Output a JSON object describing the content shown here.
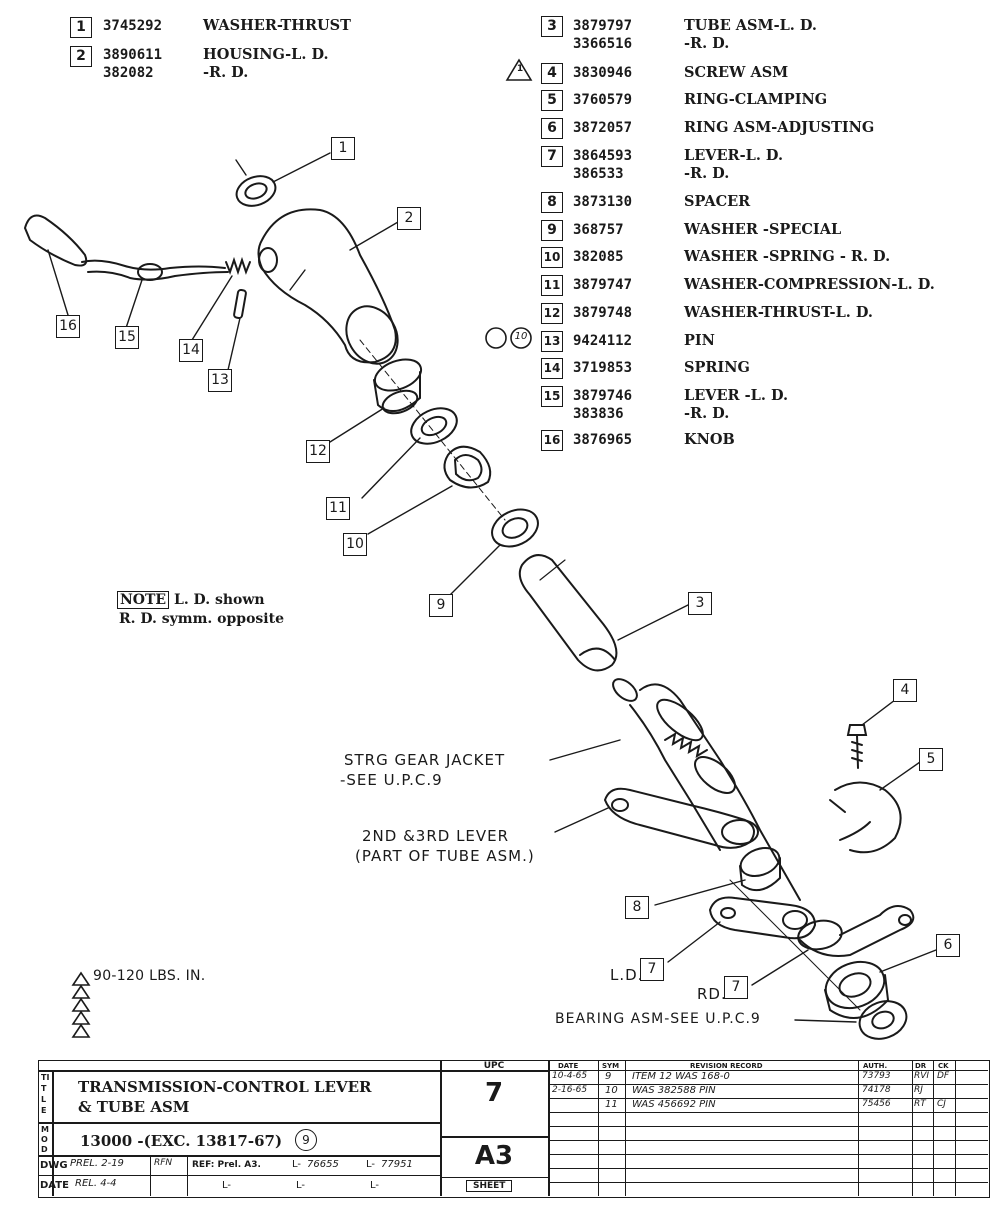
{
  "parts_left": [
    {
      "num": "1",
      "pn": "3745292",
      "desc": "WASHER-THRUST",
      "pn2": "",
      "desc2": ""
    },
    {
      "num": "2",
      "pn": "3890611",
      "desc": "HOUSING-L. D.",
      "pn2": "382082",
      "desc2": "-R. D."
    }
  ],
  "parts_right": [
    {
      "num": "3",
      "pn": "3879797",
      "desc": "TUBE ASM-L. D.",
      "pn2": "3366516",
      "desc2": "-R. D.",
      "sym": ""
    },
    {
      "num": "4",
      "pn": "3830946",
      "desc": "SCREW ASM",
      "pn2": "",
      "desc2": "",
      "sym": "1"
    },
    {
      "num": "5",
      "pn": "3760579",
      "desc": "RING-CLAMPING",
      "pn2": "",
      "desc2": "",
      "sym": ""
    },
    {
      "num": "6",
      "pn": "3872057",
      "desc": "RING ASM-ADJUSTING",
      "pn2": "",
      "desc2": "",
      "sym": ""
    },
    {
      "num": "7",
      "pn": "3864593",
      "desc": "LEVER-L. D.",
      "pn2": "386533",
      "desc2": "-R. D.",
      "sym": ""
    },
    {
      "num": "8",
      "pn": "3873130",
      "desc": "SPACER",
      "pn2": "",
      "desc2": "",
      "sym": ""
    },
    {
      "num": "9",
      "pn": "368757",
      "desc": "WASHER -SPECIAL",
      "pn2": "",
      "desc2": "",
      "sym": ""
    },
    {
      "num": "10",
      "pn": "382085",
      "desc": "WASHER -SPRING - R. D.",
      "pn2": "",
      "desc2": "",
      "sym": ""
    },
    {
      "num": "11",
      "pn": "3879747",
      "desc": "WASHER-COMPRESSION-L. D.",
      "pn2": "",
      "desc2": "",
      "sym": ""
    },
    {
      "num": "12",
      "pn": "3879748",
      "desc": "WASHER-THRUST-L. D.",
      "pn2": "",
      "desc2": "",
      "sym": ""
    },
    {
      "num": "13",
      "pn": "9424112",
      "desc": "PIN",
      "pn2": "",
      "desc2": "",
      "sym": "circles"
    },
    {
      "num": "14",
      "pn": "3719853",
      "desc": "SPRING",
      "pn2": "",
      "desc2": "",
      "sym": ""
    },
    {
      "num": "15",
      "pn": "3879746",
      "desc": "LEVER -L. D.",
      "pn2": "383836",
      "desc2": "-R. D.",
      "sym": ""
    },
    {
      "num": "16",
      "pn": "3876965",
      "desc": "KNOB",
      "pn2": "",
      "desc2": "",
      "sym": ""
    }
  ],
  "pin_circle_a": "",
  "pin_circle_b": "10",
  "screw_triangle": "1",
  "note": {
    "label": "NOTE",
    "line1": "L. D. shown",
    "line2": "R. D. symm. opposite"
  },
  "callouts": [
    "1",
    "2",
    "3",
    "4",
    "5",
    "6",
    "7",
    "7",
    "8",
    "9",
    "10",
    "11",
    "12",
    "13",
    "14",
    "15",
    "16"
  ],
  "annotations": {
    "jacket1": "STRG GEAR JACKET",
    "jacket2": "-SEE U.P.C.9",
    "lever1": "2ND &3RD LEVER",
    "lever2": "(PART OF TUBE ASM.)",
    "ld": "L.D.",
    "rd": "RD.",
    "bearing": "BEARING ASM-SEE U.P.C.9",
    "torque": "90-120 LBS. IN."
  },
  "title_block": {
    "title_side": "TITLE",
    "title1": "TRANSMISSION-CONTROL LEVER",
    "title2": "& TUBE ASM",
    "mod_side": "MOD",
    "model": "13000 -(EXC. 13817-67)",
    "model_circle": "9",
    "dwg_label": "DWG",
    "dwg_value": "PREL. 2-19",
    "dwg_init": "RFN",
    "date_label": "DATE",
    "date_value": "REL. 4-4",
    "ref_label": "REF: Prel. A3.",
    "ref_l1": "L-",
    "ref_v1": "76655",
    "ref_l2": "L-",
    "ref_v2": "77951",
    "ref_l3": "L-",
    "ref_l4": "L-",
    "ref_l5": "L-",
    "upc_header": "UPC",
    "upc_value": "7",
    "sheet_value": "A3",
    "sheet_label": "SHEET",
    "col_date": "DATE",
    "col_sym": "SYM",
    "col_rev": "REVISION RECORD",
    "col_auth": "AUTH.",
    "col_dr": "DR",
    "col_ck": "CK",
    "revisions": [
      {
        "date": "10-4-65",
        "sym": "9",
        "rec": "ITEM 12 WAS 168-0",
        "auth": "73793",
        "dr": "RVI",
        "ck": "DF"
      },
      {
        "date": "2-16-65",
        "sym": "10",
        "rec": "WAS 382588 PIN",
        "auth": "74178",
        "dr": "RJ",
        "ck": ""
      },
      {
        "date": "",
        "sym": "11",
        "rec": "WAS 456692 PIN",
        "auth": "75456",
        "dr": "RT",
        "ck": "CJ"
      }
    ]
  }
}
